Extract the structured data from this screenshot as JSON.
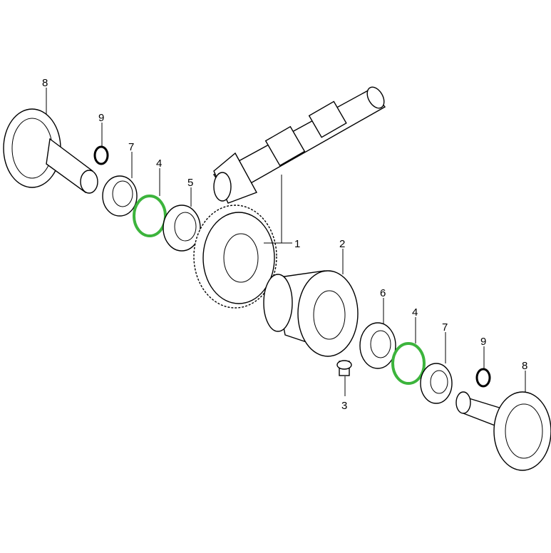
{
  "diagram": {
    "callouts": [
      {
        "id": "8",
        "part": "flange-left"
      },
      {
        "id": "9",
        "part": "circlip-left"
      },
      {
        "id": "7",
        "part": "seal-left"
      },
      {
        "id": "4",
        "part": "shim-left"
      },
      {
        "id": "5",
        "part": "bearing-left"
      },
      {
        "id": "1",
        "part": "ring-gear-and-pinion"
      },
      {
        "id": "2",
        "part": "differential-housing"
      },
      {
        "id": "6",
        "part": "bearing-right"
      },
      {
        "id": "4",
        "part": "shim-right"
      },
      {
        "id": "7",
        "part": "seal-right"
      },
      {
        "id": "9",
        "part": "circlip-right"
      },
      {
        "id": "8",
        "part": "flange-right"
      },
      {
        "id": "3",
        "part": "bolt"
      }
    ],
    "colors": {
      "line": "#000000",
      "highlight": "#3cb43c",
      "background": "#ffffff"
    }
  }
}
